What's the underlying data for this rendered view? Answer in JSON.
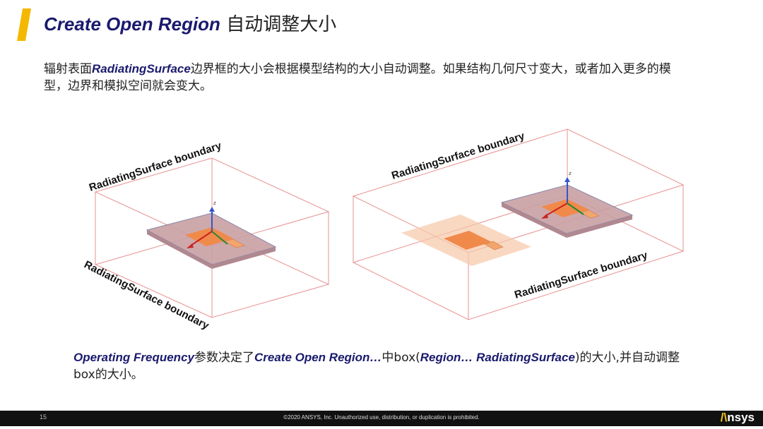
{
  "title": {
    "en": "Create Open Region",
    "zh": " 自动调整大小"
  },
  "paragraph": {
    "pre": "辐射表面",
    "em": "RadiatingSurface",
    "post": "边界框的大小会根据模型结构的大小自动调整。如果结构几何尺寸变大，或者加入更多的模型，边界和模拟空间就会变大。"
  },
  "figure": {
    "left_top_label": "RadiatingSurface  boundary",
    "left_bottom_label": "RadiatingSurface  boundary",
    "right_top_label": "RadiatingSurface  boundary",
    "right_bottom_label": "RadiatingSurface  boundary",
    "axis_label": "z"
  },
  "bottom": {
    "em1": "Operating Frequency",
    "t1": "参数决定了",
    "em2": "Create Open Region…",
    "t2": "中box(",
    "em3": "Region… RadiatingSurface",
    "t3": ")的大小,并自动调整box的大小。"
  },
  "footer": {
    "page_number": "15",
    "copyright": "©2020 ANSYS, Inc. Unauthorized use, distribution, or duplication is prohibited.",
    "logo_text": "nsys",
    "logo_mark": "/\\"
  },
  "colors": {
    "accent": "#f5b800",
    "title": "#1a1a6e",
    "box_edge": "#e89090",
    "patch": "#f08a4b",
    "substrate": "#c9a0a4"
  }
}
